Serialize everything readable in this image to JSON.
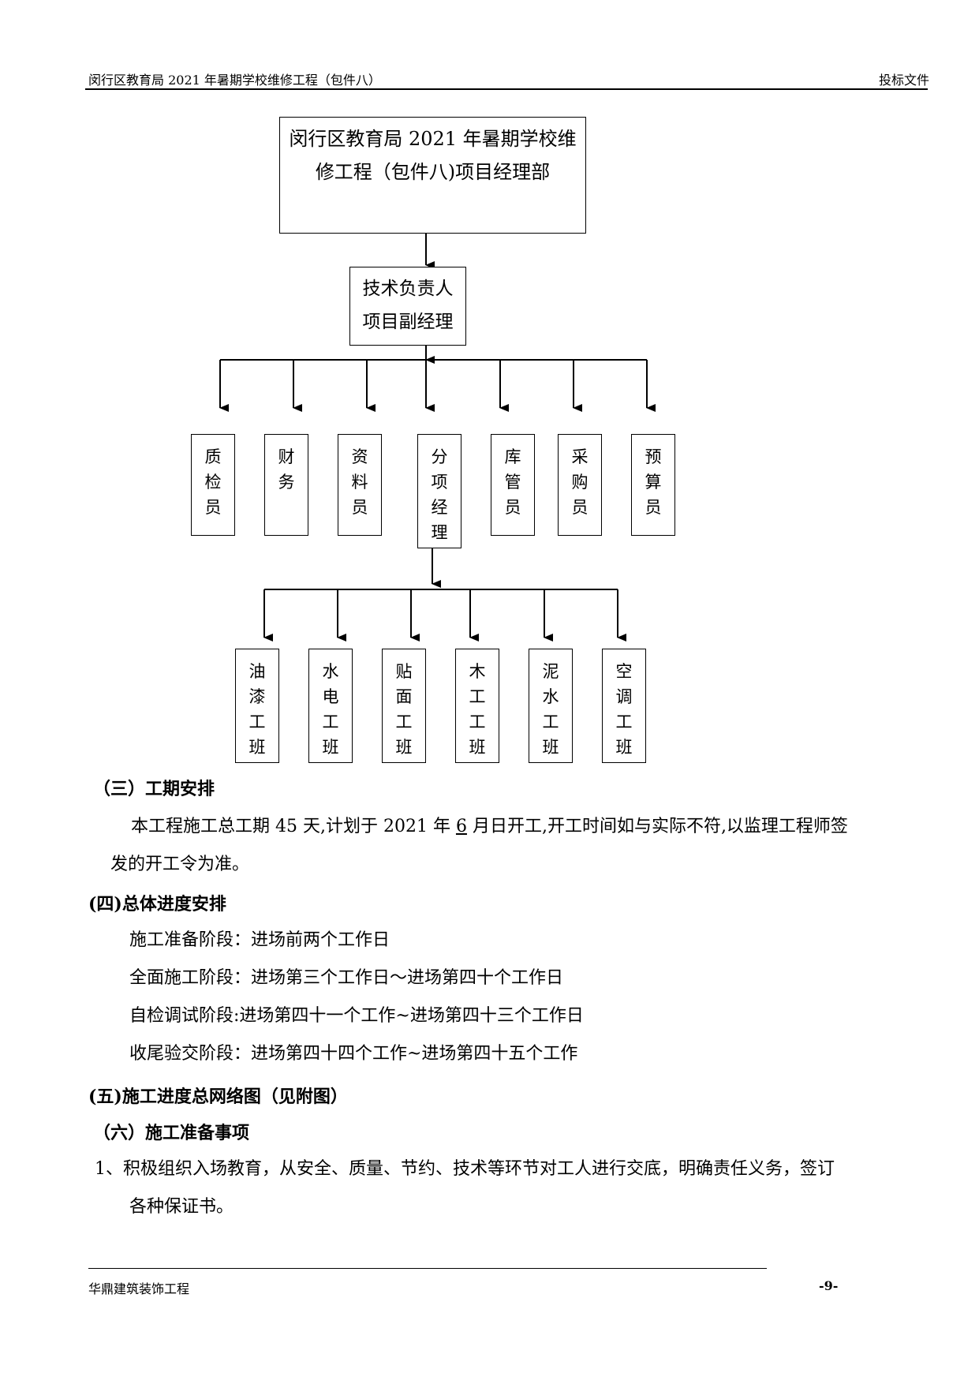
{
  "header": {
    "left": "闵行区教育局 2021 年暑期学校维修工程（包件八）",
    "right": "投标文件"
  },
  "org_chart": {
    "top": [
      "闵行区教育局 2021 年暑期学校维",
      "修工程（包件八)项目经理部"
    ],
    "middle": [
      "技术负责人",
      "项目副经理"
    ],
    "level2": [
      {
        "chars": [
          "质",
          "检",
          "员"
        ]
      },
      {
        "chars": [
          "财",
          "务"
        ]
      },
      {
        "chars": [
          "资",
          "料",
          "员"
        ]
      },
      {
        "chars": [
          "分",
          "项",
          "经",
          "理"
        ]
      },
      {
        "chars": [
          "库",
          "管",
          "员"
        ]
      },
      {
        "chars": [
          "采",
          "购",
          "员"
        ]
      },
      {
        "chars": [
          "预",
          "算",
          "员"
        ]
      }
    ],
    "level3": [
      {
        "chars": [
          "油",
          "漆",
          "工",
          "班"
        ]
      },
      {
        "chars": [
          "水",
          "电",
          "工",
          "班"
        ]
      },
      {
        "chars": [
          "贴",
          "面",
          "工",
          "班"
        ]
      },
      {
        "chars": [
          "木",
          "工",
          "工",
          "班"
        ]
      },
      {
        "chars": [
          "泥",
          "水",
          "工",
          "班"
        ]
      },
      {
        "chars": [
          "空",
          "调",
          "工",
          "班"
        ]
      }
    ]
  },
  "sections": {
    "s3_title": "（三）工期安排",
    "s3_line1_a": "本工程施工总工期 45 天,计划于 2021 年 ",
    "s3_line1_month": "6",
    "s3_line1_b": " 月日开工,开工时间如与实际不符,以监理工程师签",
    "s3_line2": "发的开工令为准。",
    "s4_title": "(四)总体进度安排",
    "s4_items": [
      "施工准备阶段：进场前两个工作日",
      "全面施工阶段：进场第三个工作日～进场第四十个工作日",
      "自检调试阶段:进场第四十一个工作~进场第四十三个工作日",
      "收尾验交阶段：进场第四十四个工作~进场第四十五个工作"
    ],
    "s5_title": "(五)施工进度总网络图（见附图）",
    "s6_title": "（六）施工准备事项",
    "s6_item1_line1": "1、积极组织入场教育，从安全、质量、节约、技术等环节对工人进行交底，明确责任义务，签订",
    "s6_item1_line2": "各种保证书。"
  },
  "footer": {
    "left": "华鼎建筑装饰工程",
    "page": "-9-"
  }
}
